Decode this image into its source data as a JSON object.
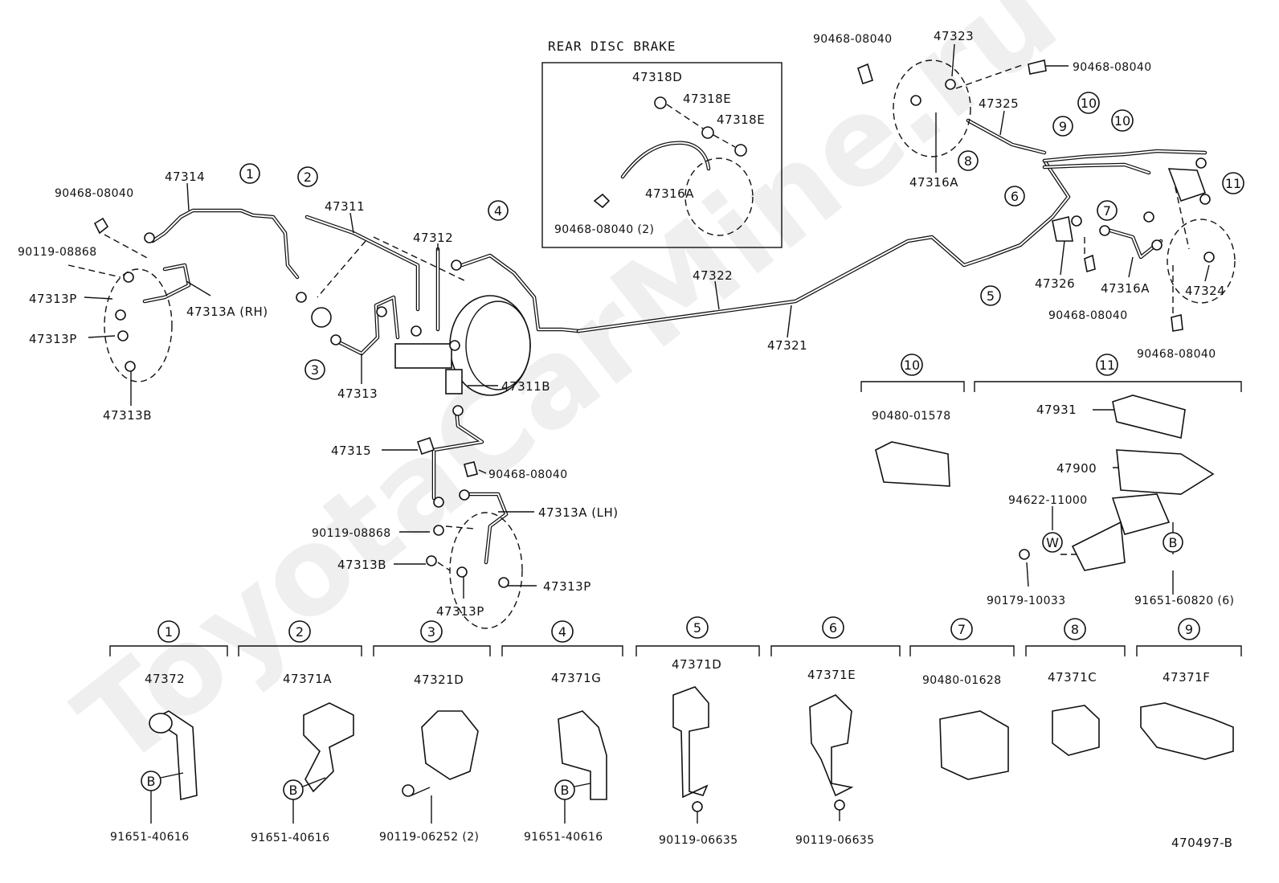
{
  "watermark": "ToyotaCarMine.ru",
  "diagram_id": "470497-B",
  "inset": {
    "title": "REAR DISC BRAKE",
    "labels": [
      "47318D",
      "47318E",
      "47318E",
      "47316A",
      "90468-08040 (2)"
    ]
  },
  "main_labels": {
    "l_90468_a": "90468-08040",
    "l_90119_a": "90119-08868",
    "l_47314": "47314",
    "l_47313P_a": "47313P",
    "l_47313P_b": "47313P",
    "l_47313A_rh": "47313A (RH)",
    "l_47313B_a": "47313B",
    "l_47311": "47311",
    "l_47312": "47312",
    "l_47313": "47313",
    "l_47311B": "47311B",
    "l_47315": "47315",
    "l_90468_b": "90468-08040",
    "l_47313A_lh": "47313A (LH)",
    "l_90119_b": "90119-08868",
    "l_47313B_b": "47313B",
    "l_47313P_c": "47313P",
    "l_47313P_d": "47313P",
    "l_47322": "47322",
    "l_47321": "47321",
    "l_90468_c": "90468-08040",
    "l_47323": "47323",
    "l_90468_d": "90468-08040",
    "l_47325": "47325",
    "l_47316A_a": "47316A",
    "l_47326": "47326",
    "l_47316A_b": "47316A",
    "l_47324": "47324",
    "l_90468_e": "90468-08040",
    "l_90468_f": "90468-08040",
    "l_90480_01578": "90480-01578",
    "l_47931": "47931",
    "l_47900": "47900",
    "l_94622": "94622-11000",
    "l_W": "W",
    "l_B_main": "B",
    "l_90179": "90179-10033",
    "l_91651_60820": "91651-60820 (6)"
  },
  "callouts": [
    "1",
    "2",
    "3",
    "4",
    "5",
    "6",
    "7",
    "8",
    "9",
    "10",
    "11"
  ],
  "bottom_groups": [
    {
      "num": "1",
      "part": "47372",
      "bolt": "91651-40616",
      "b": "B"
    },
    {
      "num": "2",
      "part": "47371A",
      "bolt": "91651-40616",
      "b": "B"
    },
    {
      "num": "3",
      "part": "47321D",
      "bolt": "90119-06252 (2)"
    },
    {
      "num": "4",
      "part": "47371G",
      "bolt": "91651-40616",
      "b": "B"
    },
    {
      "num": "5",
      "part": "47371D",
      "bolt": "90119-06635"
    },
    {
      "num": "6",
      "part": "47371E",
      "bolt": "90119-06635"
    },
    {
      "num": "7",
      "part": "90480-01628"
    },
    {
      "num": "8",
      "part": "47371C"
    },
    {
      "num": "9",
      "part": "47371F"
    }
  ]
}
